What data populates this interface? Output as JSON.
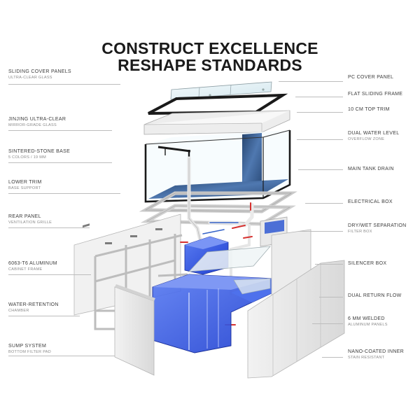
{
  "header": {
    "title_line1": "CONSTRUCT EXCELLENCE",
    "title_line2": "RESHAPE STANDARDS"
  },
  "left_labels": [
    {
      "main": "SLIDING COVER PANELS",
      "sub": "ULTRA-CLEAR GLASS"
    },
    {
      "main": "JINJING ULTRA-CLEAR",
      "sub": "MIRROR-GRADE GLASS"
    },
    {
      "main": "SINTERED-STONE BASE",
      "sub": "5 COLORS / 19 MM"
    },
    {
      "main": "LOWER TRIM",
      "sub": "BASE SUPPORT"
    },
    {
      "main": "REAR PANEL",
      "sub": "VENTILATION GRILLE"
    },
    {
      "main": "6063-T6 ALUMINUM",
      "sub": "CABINET FRAME"
    },
    {
      "main": "WATER-RETENTION",
      "sub": "CHAMBER"
    },
    {
      "main": "SUMP SYSTEM",
      "sub": "BOTTOM FILTER PAD"
    }
  ],
  "right_labels": [
    {
      "main": "PC COVER PANEL",
      "sub": ""
    },
    {
      "main": "FLAT SLIDING FRAME",
      "sub": ""
    },
    {
      "main": "10 CM TOP TRIM",
      "sub": ""
    },
    {
      "main": "DUAL WATER LEVEL",
      "sub": "OVERFLOW ZONE"
    },
    {
      "main": "MAIN TANK DRAIN",
      "sub": ""
    },
    {
      "main": "ELECTRICAL BOX",
      "sub": ""
    },
    {
      "main": "DRY/WET SEPARATION",
      "sub": "FILTER BOX"
    },
    {
      "main": "SILENCER BOX",
      "sub": ""
    },
    {
      "main": "DUAL RETURN FLOW",
      "sub": ""
    },
    {
      "main": "6 MM WELDED",
      "sub": "ALUMINUM PANELS"
    },
    {
      "main": "NANO-COATED INNER",
      "sub": "STAIN RESISTANT"
    }
  ],
  "colors": {
    "frame": "#1a1a1a",
    "aluminum": "#e6e6e6",
    "glass": "#d9edf2",
    "sump_blue": "#2f56e6",
    "stone": "#3b5f94",
    "pipe_red": "#d6312f",
    "pipe_blue": "#3563c8"
  }
}
